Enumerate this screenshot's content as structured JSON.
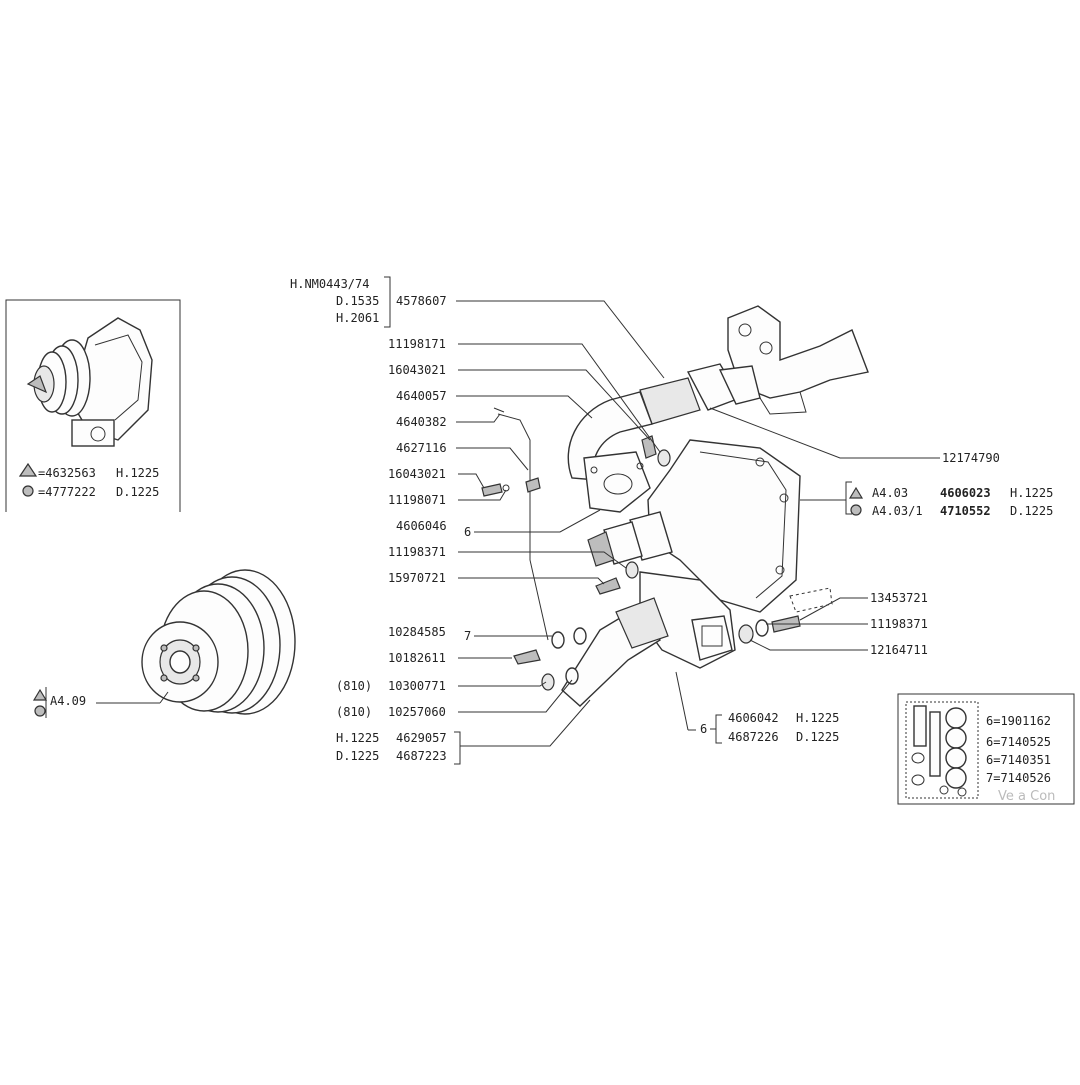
{
  "callouts": {
    "c1_h_nm": "H.NM0443/74",
    "c1_d": "D.1535",
    "c1_h": "H.2061",
    "c1_part": "4578607",
    "c2": "11198171",
    "c3": "16043021",
    "c4": "4640057",
    "c5": "4640382",
    "c6": "4627116",
    "c7": "16043021",
    "c8": "11198071",
    "c9_part": "4606046",
    "c9_ref": "6",
    "c10": "11198371",
    "c11": "15970721",
    "c12_part": "10284585",
    "c12_ref": "7",
    "c13": "10182611",
    "c14_pre": "(810)",
    "c14": "10300771",
    "c15_pre": "(810)",
    "c15": "10257060",
    "c16_h": "H.1225",
    "c16_h_part": "4629057",
    "c16_d": "D.1225",
    "c16_d_part": "4687223",
    "c17_ref": "6",
    "c17_a": "4606042",
    "c17_a_suf": "H.1225",
    "c17_b": "4687226",
    "c17_b_suf": "D.1225",
    "c18": "12174790",
    "c19": "13453721",
    "c20": "11198371",
    "c21": "12164711",
    "c22_a_ref": "A4.03",
    "c22_a_part": "4606023",
    "c22_a_suf": "H.1225",
    "c22_b_ref": "A4.03/1",
    "c22_b_part": "4710552",
    "c22_b_suf": "D.1225",
    "pulley_ref": "A4.09"
  },
  "inset_left": {
    "row1_part": "=4632563",
    "row1_suf": "H.1225",
    "row2_part": "=4777222",
    "row2_suf": "D.1225"
  },
  "inset_right": {
    "k1": "6=1901162",
    "k2": "6=7140525",
    "k3": "6=7140351",
    "k4": "7=7140526"
  },
  "watermark": {
    "w1": "Ve a Con"
  }
}
